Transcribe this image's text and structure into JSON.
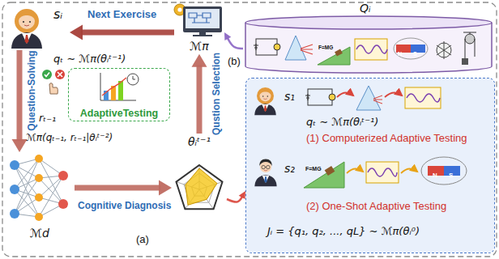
{
  "diagram": {
    "nodes": [
      {
        "text": [
          "sᵢ"
        ]
      },
      {
        "text": [
          "ℳπ"
        ]
      },
      {
        "text": [
          "Qᵢ"
        ]
      },
      {
        "text": [
          "AdaptiveTesting"
        ]
      },
      {
        "text": [
          "ℳd"
        ]
      },
      {
        "text": [
          "θᵢᵗ⁻¹"
        ]
      },
      {
        "text": [
          "(1) Computerized Adaptive Testing",
          "(2) One-Shot Adaptive Testing"
        ]
      },
      {
        "text": [
          "s₁"
        ],
        "in": 6
      },
      {
        "text": [
          "s₂"
        ],
        "in": 6
      }
    ],
    "edges": [
      {
        "from": 1,
        "to": 0,
        "arrow": "to",
        "label": "Next Exercise"
      },
      {
        "from": 0,
        "to": 4,
        "arrow": "to",
        "label": "Question-Solving"
      },
      {
        "from": 4,
        "to": 5,
        "arrow": "to",
        "label": "Cognitive Diagnosis"
      },
      {
        "from": 5,
        "to": 1,
        "arrow": "to",
        "label": "Qustion Selection"
      },
      {
        "from": 2,
        "to": 1,
        "arrow": "to"
      },
      {
        "from": 5,
        "to": 6,
        "arrow": "to"
      }
    ],
    "labels": [
      "qₜ ∼ ℳπ(θᵢᵗ⁻¹)",
      "rₜ₋₁",
      "ℳπ(qₜ₋₁, rₜ₋₁|θᵢᵗ⁻²)",
      "(a)",
      "(b)",
      "F=MG",
      "N",
      "S",
      "qₜ ∼ ℳπ(θᵢᵗ⁻¹)",
      "F=MG",
      "N",
      "S",
      "Jᵢ = {q₁, q₂, ..., qL} ∼ ℳπ(θᵢ⁰)"
    ]
  }
}
